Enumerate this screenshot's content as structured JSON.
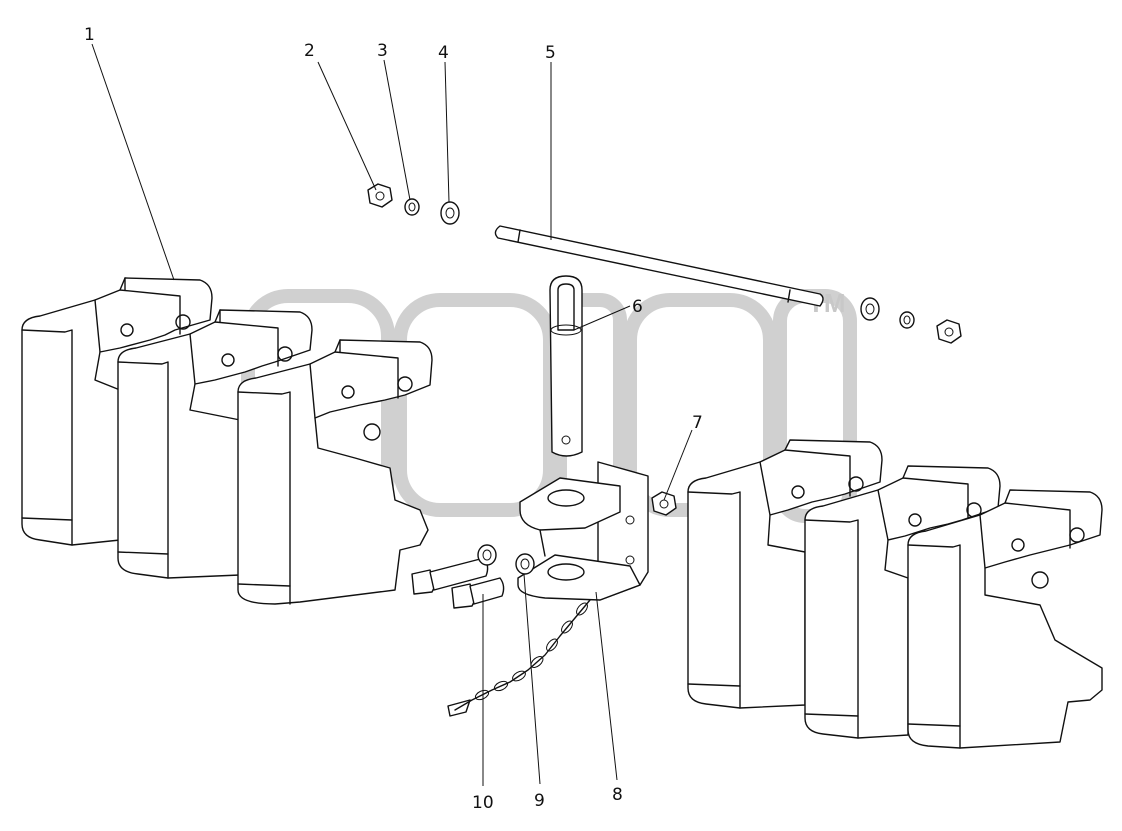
{
  "watermark": {
    "trademark": "TM"
  },
  "callouts": [
    {
      "label": "1"
    },
    {
      "label": "2"
    },
    {
      "label": "3"
    },
    {
      "label": "4"
    },
    {
      "label": "5"
    },
    {
      "label": "6"
    },
    {
      "label": "7"
    },
    {
      "label": "8"
    },
    {
      "label": "9"
    },
    {
      "label": "10"
    }
  ]
}
